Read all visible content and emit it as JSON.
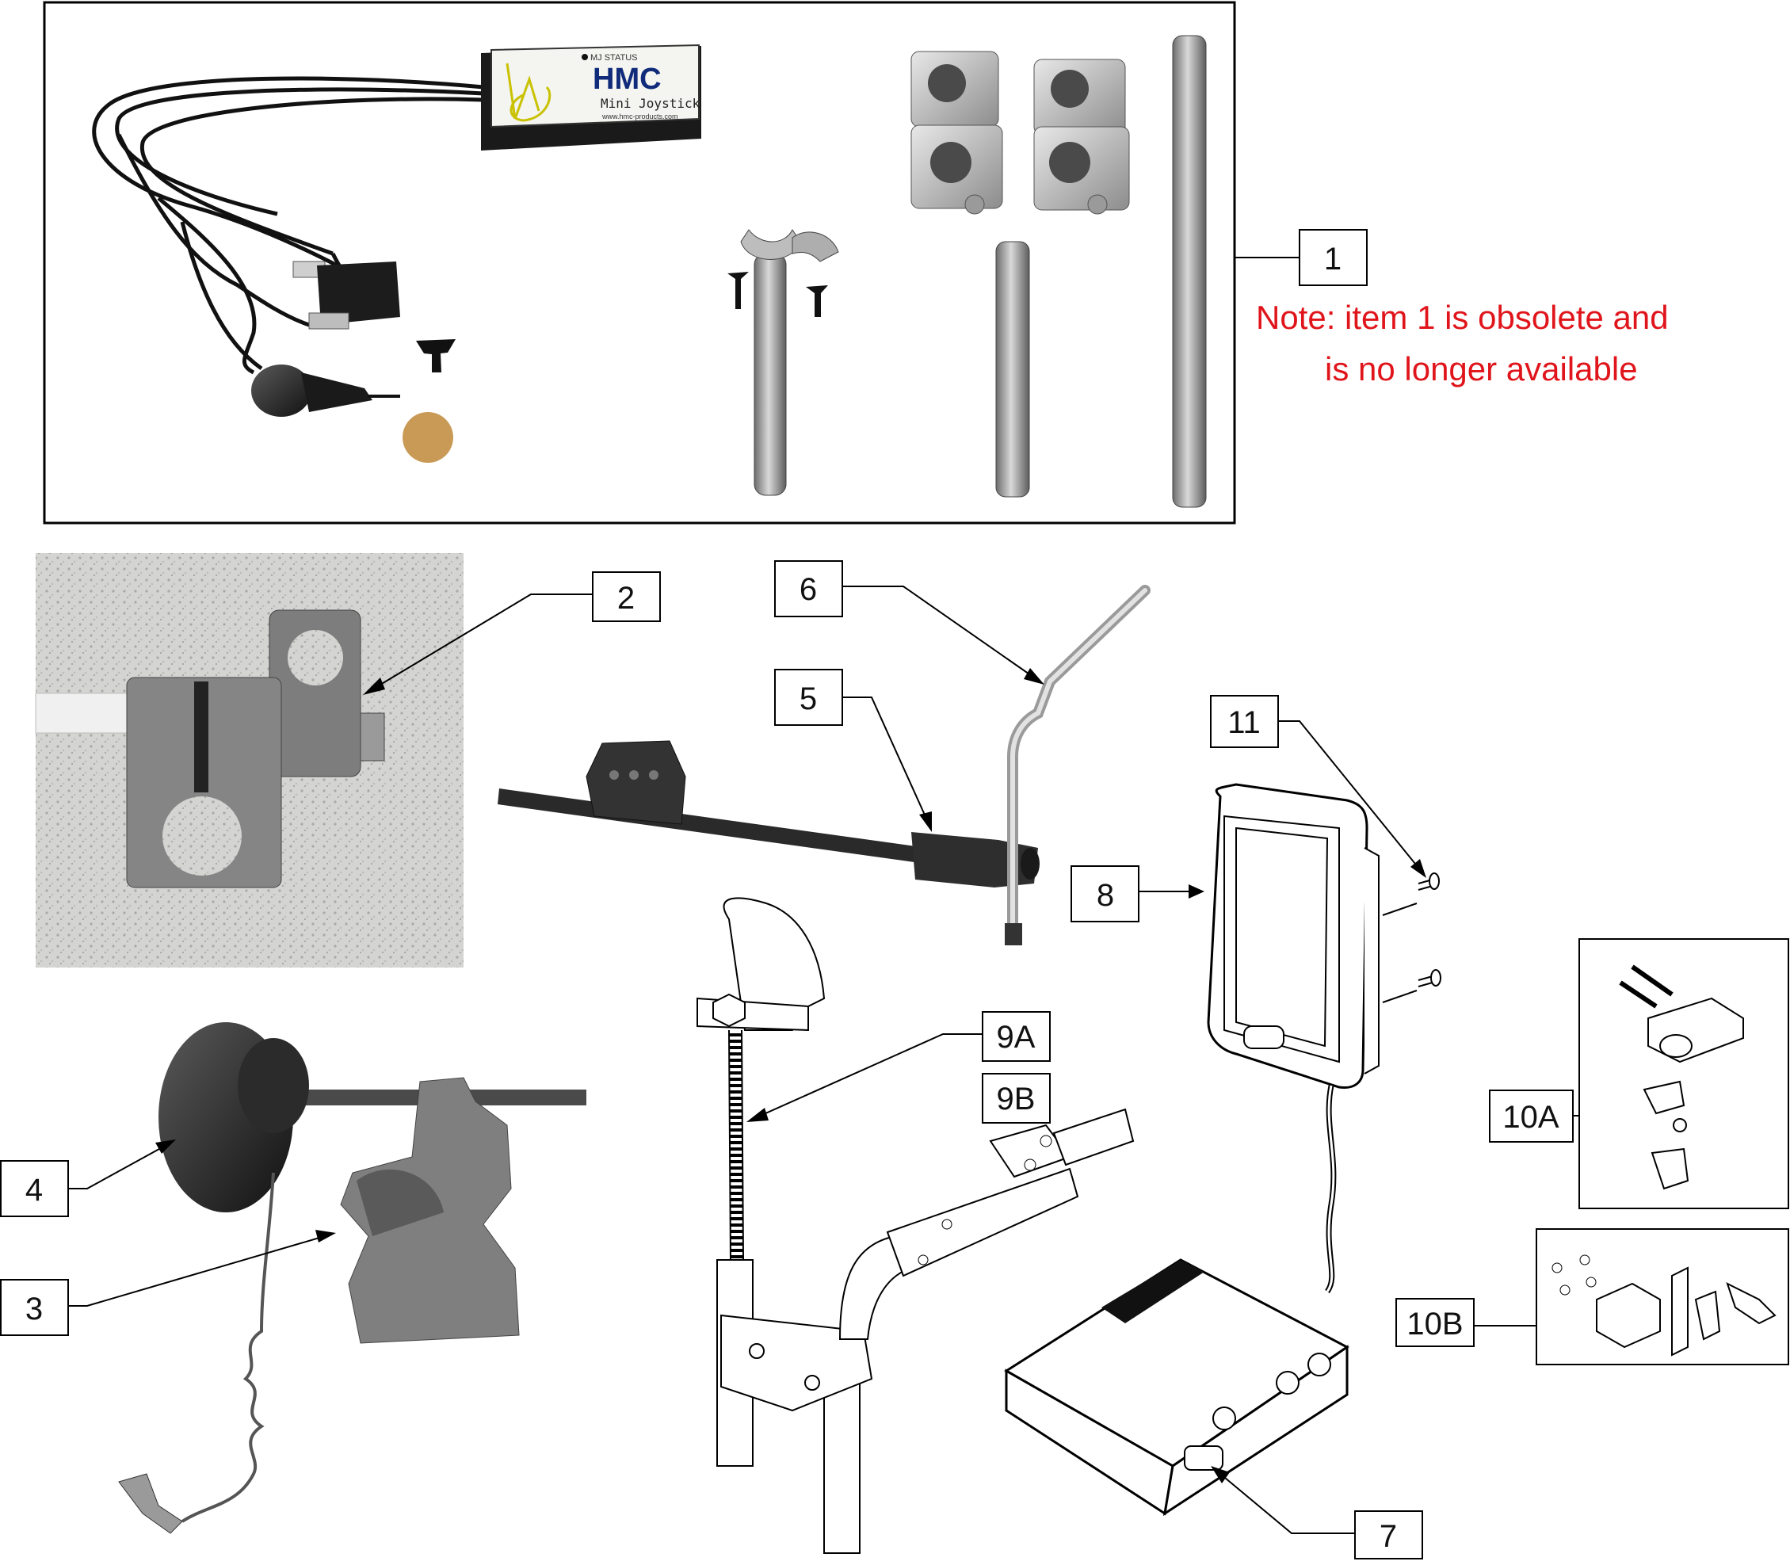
{
  "callouts": {
    "c1": "1",
    "c2": "2",
    "c3": "3",
    "c4": "4",
    "c5": "5",
    "c6": "6",
    "c7": "7",
    "c8": "8",
    "c9a": "9A",
    "c9b": "9B",
    "c10a": "10A",
    "c10b": "10B",
    "c11": "11"
  },
  "note": {
    "line1": "Note: item 1 is obsolete and",
    "line2": "is no longer available",
    "color": "#e0151b"
  },
  "hmc_box": {
    "status": "MJ STATUS",
    "brand": "HMC",
    "product": "Mini Joystick",
    "url": "www.hmc-products.com",
    "brand_color": "#0f2b7a"
  },
  "icons": [
    "hmc-mini-joystick-kit",
    "clamp-block",
    "chin-cup-joystick",
    "mounting-clamp",
    "hardware-arm",
    "antenna-rod",
    "controller-module",
    "display-screen",
    "gooseneck-mount",
    "bracket-kit-10a",
    "bracket-kit-10b",
    "screw-pair"
  ]
}
